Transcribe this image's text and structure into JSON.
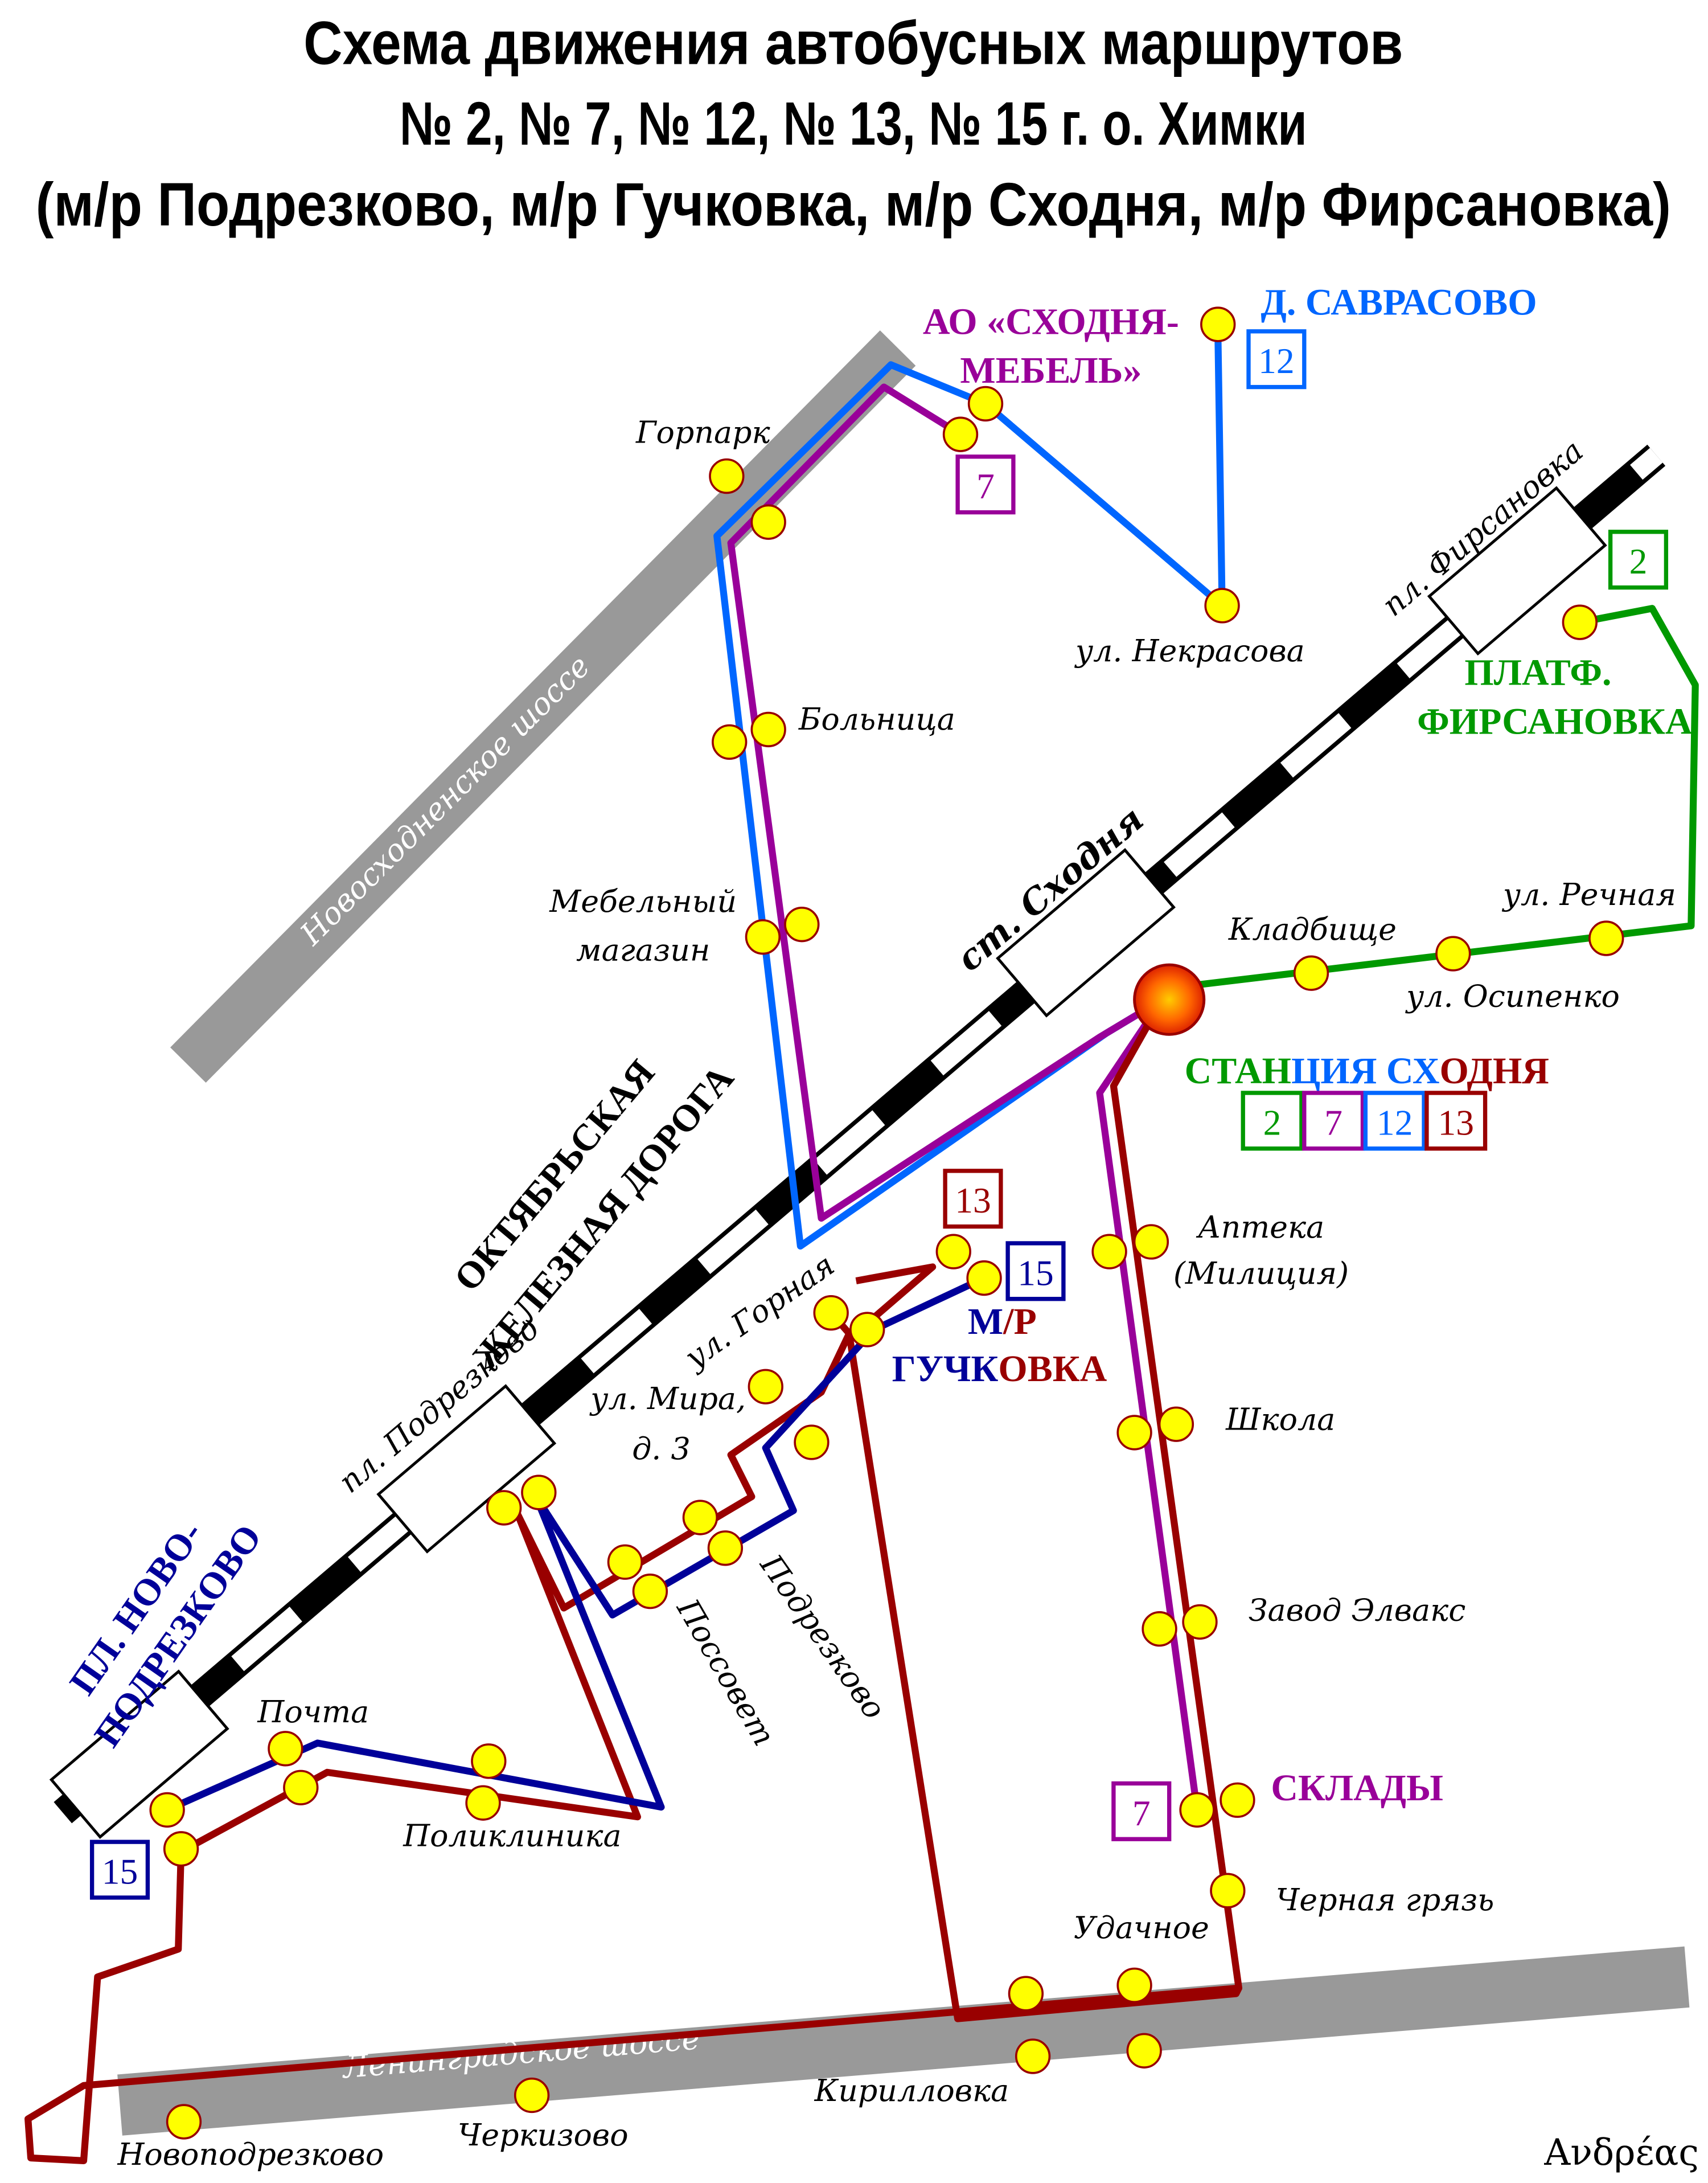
{
  "title": {
    "line1": "Схема движения автобусных маршрутов",
    "line2": "№ 2, № 7, № 12, № 13, № 15 г. о. Химки",
    "line3": "(м/р Подрезково, м/р Гучковка, м/р Сходня, м/р Фирсановка)"
  },
  "colors": {
    "route_2": "#009900",
    "route_7": "#990099",
    "route_12": "#0066ff",
    "route_13": "#990000",
    "route_15": "#000099",
    "road": "#999999",
    "stop_fill": "#ffff00"
  },
  "roads": {
    "novoskhodnenskoe": "Новосходненское шоссе",
    "leningradskoe": "Ленинградское шоссе",
    "railway_line1": "ОКТЯБРЬСКАЯ",
    "railway_line2": "ЖЕЛЕЗНАЯ ДОРОГА"
  },
  "stations": {
    "firsanovka": "пл. Фирсановка",
    "skhodnya": "ст. Сходня",
    "podrezkovo": "пл. Подрезково",
    "novopodrezkovo_line1": "ПЛ. НОВО-",
    "novopodrezkovo_line2": "ПОДРЕЗКОВО"
  },
  "terminals": {
    "skhodnya_mebel_line1": "АО «СХОДНЯ-",
    "skhodnya_mebel_line2": "МЕБЕЛЬ»",
    "savrasovo": "Д. САВРАСОВО",
    "firsanovka_line1": "ПЛАТФ.",
    "firsanovka_line2": "ФИРСАНОВКА",
    "station_skhodnya_parts": [
      "СТАН",
      "ЦИЯ СХ",
      "ОДНЯ"
    ],
    "gutchkovka_line1_parts": [
      "М",
      "/",
      "Р"
    ],
    "gutchkovka_line2_parts": [
      "ГУЧК",
      "ОВКА"
    ],
    "sklady": "СКЛАДЫ"
  },
  "stops": {
    "gorpark": "Горпарк",
    "bolnitsa": "Больница",
    "mebelny_line1": "Мебельный",
    "mebelny_line2": "магазин",
    "nekrasova": "ул. Некрасова",
    "rechnaya": "ул. Речная",
    "kladbishche": "Кладбище",
    "osipenko": "ул. Осипенко",
    "apteka_line1": "Аптека",
    "apteka_line2": "(Милиция)",
    "shkola": "Школа",
    "elvaks": "Завод Элвакс",
    "chernaya_gryaz": "Черная грязь",
    "udachnoe": "Удачное",
    "kirillovka": "Кирилловка",
    "cherkizovo": "Черкизово",
    "novopodrezkovo": "Новоподрезково",
    "pochta": "Почта",
    "poliklinika": "Поликлиника",
    "possovet": "Поссовет",
    "podrezkovo": "Подрезково",
    "mira_line1": "ул. Мира,",
    "mira_line2": "д. 3",
    "gornaya": "ул. Горная"
  },
  "route_badges": {
    "r12_savrasovo": "12",
    "r7_mebel": "7",
    "r2_firsanovka": "2",
    "station": [
      "2",
      "7",
      "12",
      "13"
    ],
    "r13_gutchkovka": "13",
    "r15_gutchkovka": "15",
    "r15_novopodrezkovo": "15",
    "r7_sklady": "7"
  },
  "signature": "Ανδρέας"
}
